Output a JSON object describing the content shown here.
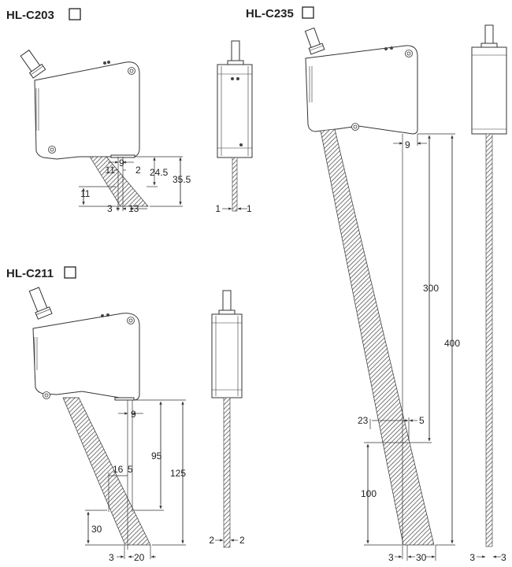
{
  "models": [
    {
      "id": "c203",
      "title": "HL-C203",
      "dims": {
        "d9": "9",
        "d11a": "11",
        "d2": "2",
        "d24_5": "24.5",
        "d35_5": "35.5",
        "d11b": "11",
        "d3": "3",
        "d13": "13",
        "side_l": "1",
        "side_r": "1"
      }
    },
    {
      "id": "c211",
      "title": "HL-C211",
      "dims": {
        "d9": "9",
        "d16": "16",
        "d5": "5",
        "d95": "95",
        "d125": "125",
        "d30": "30",
        "d3": "3",
        "d20": "20",
        "side_l": "2",
        "side_r": "2"
      }
    },
    {
      "id": "c235",
      "title": "HL-C235",
      "dims": {
        "d9": "9",
        "d300": "300",
        "d400": "400",
        "d23": "23",
        "d5": "5",
        "d100": "100",
        "d3": "3",
        "d30": "30",
        "side_l": "3",
        "side_r": "3"
      }
    }
  ]
}
